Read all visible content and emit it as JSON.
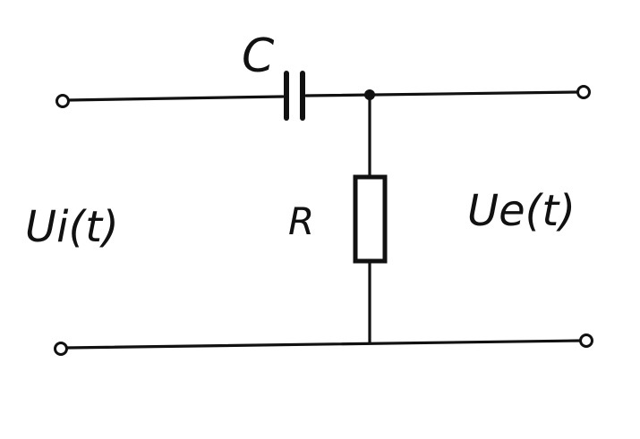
{
  "labels": {
    "capacitor": "C",
    "resistor": "R",
    "input_voltage": "Ui(t)",
    "output_voltage": "Ue(t)"
  },
  "colors": {
    "ink": "#111111",
    "paper": "#ffffff"
  }
}
